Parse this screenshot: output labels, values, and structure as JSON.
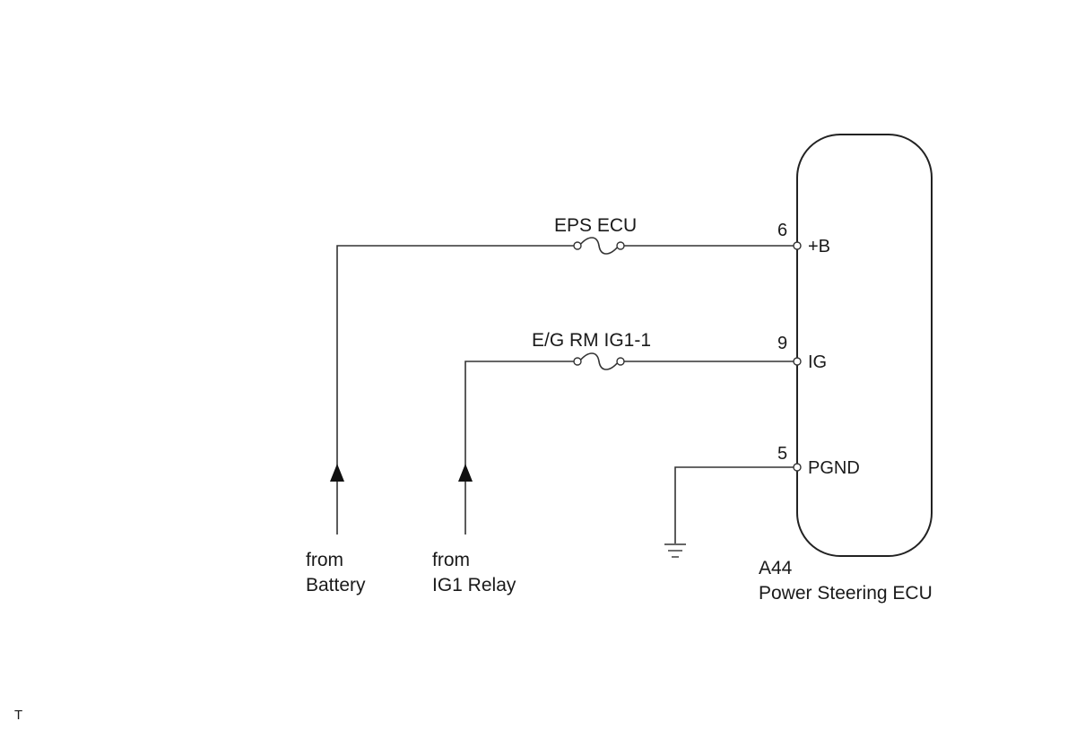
{
  "ecu": {
    "connector": "A44",
    "name": "Power Steering ECU"
  },
  "pins": [
    {
      "number": "6",
      "label": "+B"
    },
    {
      "number": "9",
      "label": "IG"
    },
    {
      "number": "5",
      "label": "PGND"
    }
  ],
  "fuses": [
    {
      "label": "EPS ECU"
    },
    {
      "label": "E/G RM IG1-1"
    }
  ],
  "sources": [
    {
      "line1": "from",
      "line2": "Battery"
    },
    {
      "line1": "from",
      "line2": "IG1 Relay"
    }
  ],
  "corner_mark": "T"
}
